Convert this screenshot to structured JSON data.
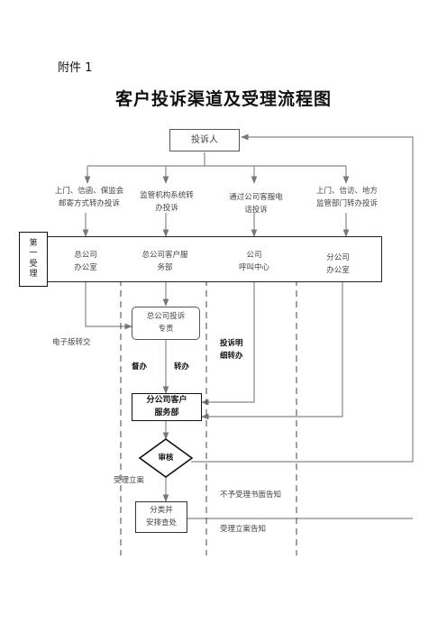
{
  "header": {
    "attachment": "附件 1",
    "title": "客户投诉渠道及受理流程图"
  },
  "nodes": {
    "complainant": "投诉人",
    "first_accept": "第一受理",
    "hq_office": "总公司\n办公室",
    "hq_service": "总公司客户服\n务部",
    "call_center": "公司\n呼叫中心",
    "branch_office": "分公司\n办公室",
    "hq_specialist": "总公司投诉\n专责",
    "branch_service": "分公司客户\n服务部",
    "review": "审核",
    "classify": "分类并\n安排查处"
  },
  "channels": {
    "c1": "上门、信函、保监会\n邮寄方式转办投诉",
    "c2": "监管机构系统转\n办投诉",
    "c3": "通过公司客服电\n话投诉",
    "c4": "上门、信访、地方\n监管部门转办投诉"
  },
  "annotations": {
    "email_forward": "电子版转交",
    "supervise": "督办",
    "transfer": "转办",
    "detail_transfer": "投诉明\n细转办",
    "accept_case": "受理立案",
    "no_accept_notice": "不予受理书面告知",
    "accept_notice": "受理立案告知"
  }
}
